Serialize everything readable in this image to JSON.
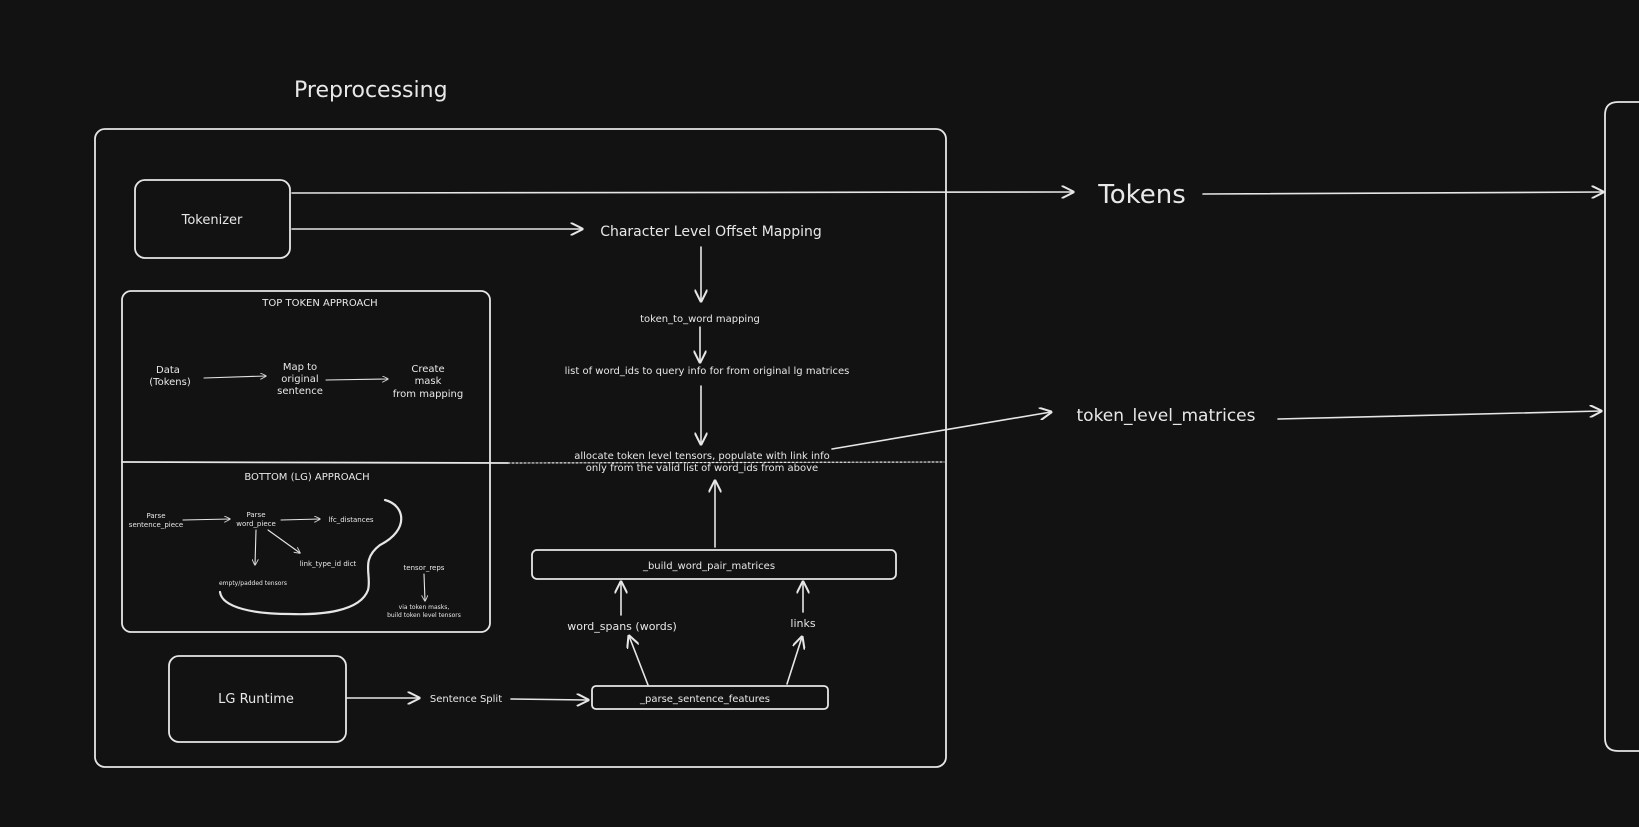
{
  "section_title": "Preprocessing",
  "nodes": {
    "tokenizer": "Tokenizer",
    "char_offset": "Character Level Offset Mapping",
    "token_to_word": "token_to_word mapping",
    "word_ids_list": "list of word_ids to query info for from original lg matrices",
    "allocate_line1": "allocate token level tensors, populate with link info",
    "allocate_line2": "only from the valid list of word_ids from above",
    "build_pairs": "_build_word_pair_matrices",
    "word_spans": "word_spans (words)",
    "links": "links",
    "parse_features": "_parse_sentence_features",
    "lg_runtime": "LG Runtime",
    "sentence_split": "Sentence Split",
    "tokens": "Tokens",
    "token_level_matrices": "token_level_matrices"
  },
  "top_approach": {
    "title": "TOP TOKEN APPROACH",
    "data_line1": "Data",
    "data_line2": "(Tokens)",
    "map_line1": "Map to",
    "map_line2": "original",
    "map_line3": "sentence",
    "mask_line1": "Create",
    "mask_line2": "mask",
    "mask_line3": "from mapping"
  },
  "bottom_approach": {
    "title": "BOTTOM (LG) APPROACH",
    "parse_sp_line1": "Parse",
    "parse_sp_line2": "sentence_piece",
    "parse_wp_line1": "Parse",
    "parse_wp_line2": "word_piece",
    "lfc_distances": "lfc_distances",
    "link_type_id_dict": "link_type_id dict",
    "empty_padded": "empty/padded tensors",
    "tensor_reps": "tensor_reps",
    "via_line1": "via token masks,",
    "via_line2": "build token level tensors"
  }
}
